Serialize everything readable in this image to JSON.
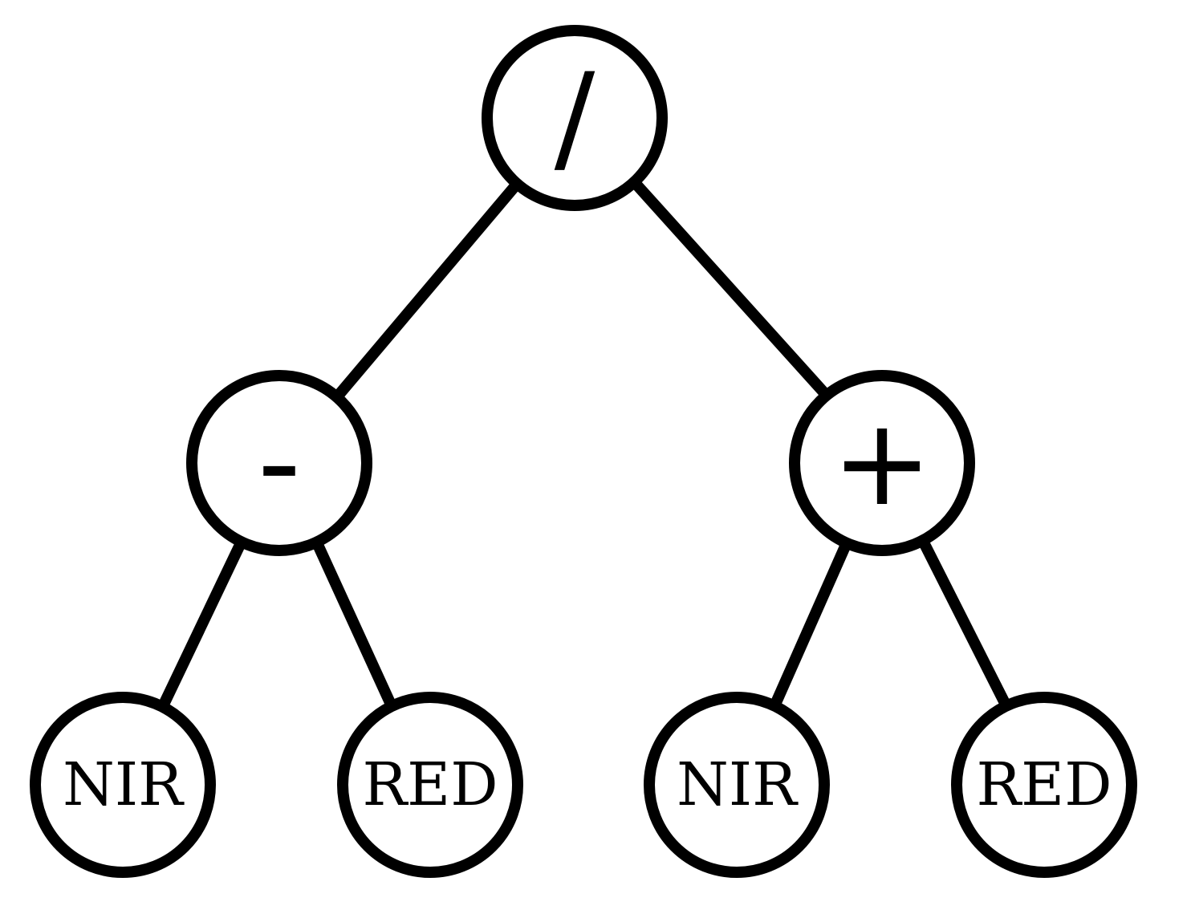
{
  "diagram": {
    "type": "expression-tree",
    "nodes": [
      {
        "id": "root",
        "label": "/"
      },
      {
        "id": "minus",
        "label": "-"
      },
      {
        "id": "plus",
        "label": "+"
      },
      {
        "id": "nir_left",
        "label": "NIR"
      },
      {
        "id": "red_left",
        "label": "RED"
      },
      {
        "id": "nir_right",
        "label": "NIR"
      },
      {
        "id": "red_right",
        "label": "RED"
      }
    ],
    "edges": [
      [
        "root",
        "minus"
      ],
      [
        "root",
        "plus"
      ],
      [
        "minus",
        "nir_left"
      ],
      [
        "minus",
        "red_left"
      ],
      [
        "plus",
        "nir_right"
      ],
      [
        "plus",
        "red_right"
      ]
    ]
  },
  "colors": {
    "stroke": "#000000",
    "fill": "#ffffff"
  }
}
